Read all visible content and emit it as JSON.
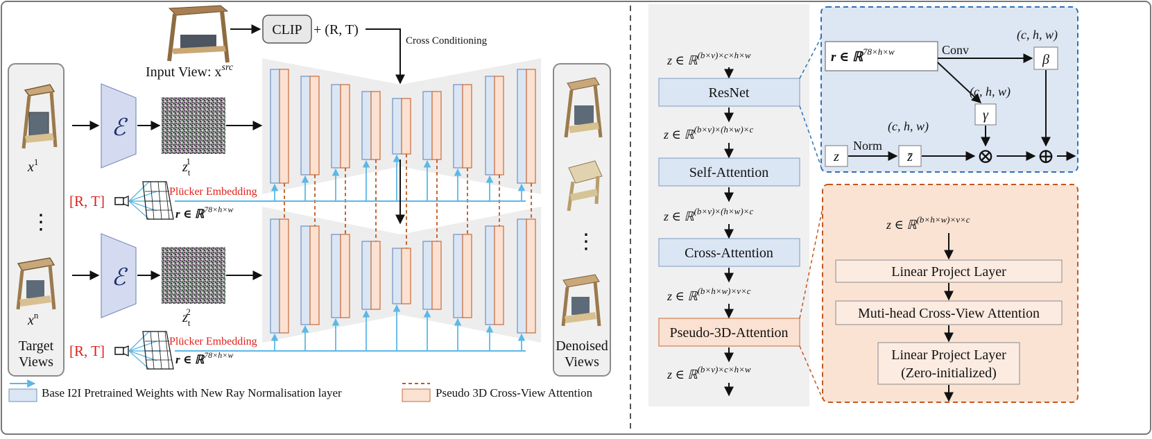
{
  "left": {
    "target_views": [
      "Target",
      "Views"
    ],
    "denoised_views": [
      "Denoised",
      "Views"
    ],
    "input_view_prefix": "Input View: x",
    "input_view_sup": "src",
    "clip_label": "CLIP",
    "clip_plus_rt": "+ (R, T)",
    "cross_conditioning": "Cross Conditioning",
    "x_first": "x",
    "x_first_sup": "1",
    "x_last": "x",
    "x_last_sup": "n",
    "ellipsis": "⋮",
    "encoder_symbol": "ℰ",
    "z1_base": "z",
    "z1_sub": "t",
    "z1_sup": "1",
    "z2_base": "z",
    "z2_sub": "t",
    "z2_sup": "2",
    "rt_label": "[R, T]",
    "plucker_label": "Plücker Embedding",
    "ray_label": "r ∈ ℝ",
    "ray_sup": "78×h×w",
    "legend_base": "Base I2I Pretrained Weights with New Ray Normalisation layer",
    "legend_pseudo": "Pseudo 3D Cross-View Attention"
  },
  "middle": {
    "z0": "z ∈ ℝ",
    "z0_sup": "(b×v)×c×h×w",
    "resnet": "ResNet",
    "z1": "z ∈ ℝ",
    "z1_sup": "(b×v)×(h×w)×c",
    "self_attention": "Self-Attention",
    "z2": "z ∈ ℝ",
    "z2_sup": "(b×v)×(h×w)×c",
    "cross_attention": "Cross-Attention",
    "z3": "z ∈ ℝ",
    "z3_sup": "(b×h×w)×v×c",
    "pseudo_3d": "Pseudo-3D-Attention",
    "z4": "z ∈ ℝ",
    "z4_sup": "(b×v)×c×h×w"
  },
  "ray_norm": {
    "r_label": "r ∈ ℝ",
    "r_sup": "78×h×w",
    "conv": "Conv",
    "chw1": "(c, h, w)",
    "chw2": "(c, h, w)",
    "chw3": "(c, h, w)",
    "beta": "β",
    "gamma": "γ",
    "z": "z",
    "norm": "Norm",
    "zbar": "z̄",
    "otimes": "⊗",
    "oplus": "⊕"
  },
  "pseudo_block": {
    "z_in": "z ∈ ℝ",
    "z_in_sup": "(b×h×w)×v×c",
    "linear1": "Linear Project Layer",
    "mhcva": "Muti-head Cross-View Attention",
    "linear2_l1": "Linear Project Layer",
    "linear2_l2": "(Zero-initialized)"
  },
  "colors": {
    "blue_fill": "#dbe6f4",
    "blue_stroke": "#6f8fbf",
    "orange_fill": "#fbe1d1",
    "orange_stroke": "#c9693a",
    "ray_line": "#5cb8e6",
    "dash_orange": "#c0571f",
    "gray_panel": "#f0f0f0",
    "red_text": "#e0211b"
  }
}
